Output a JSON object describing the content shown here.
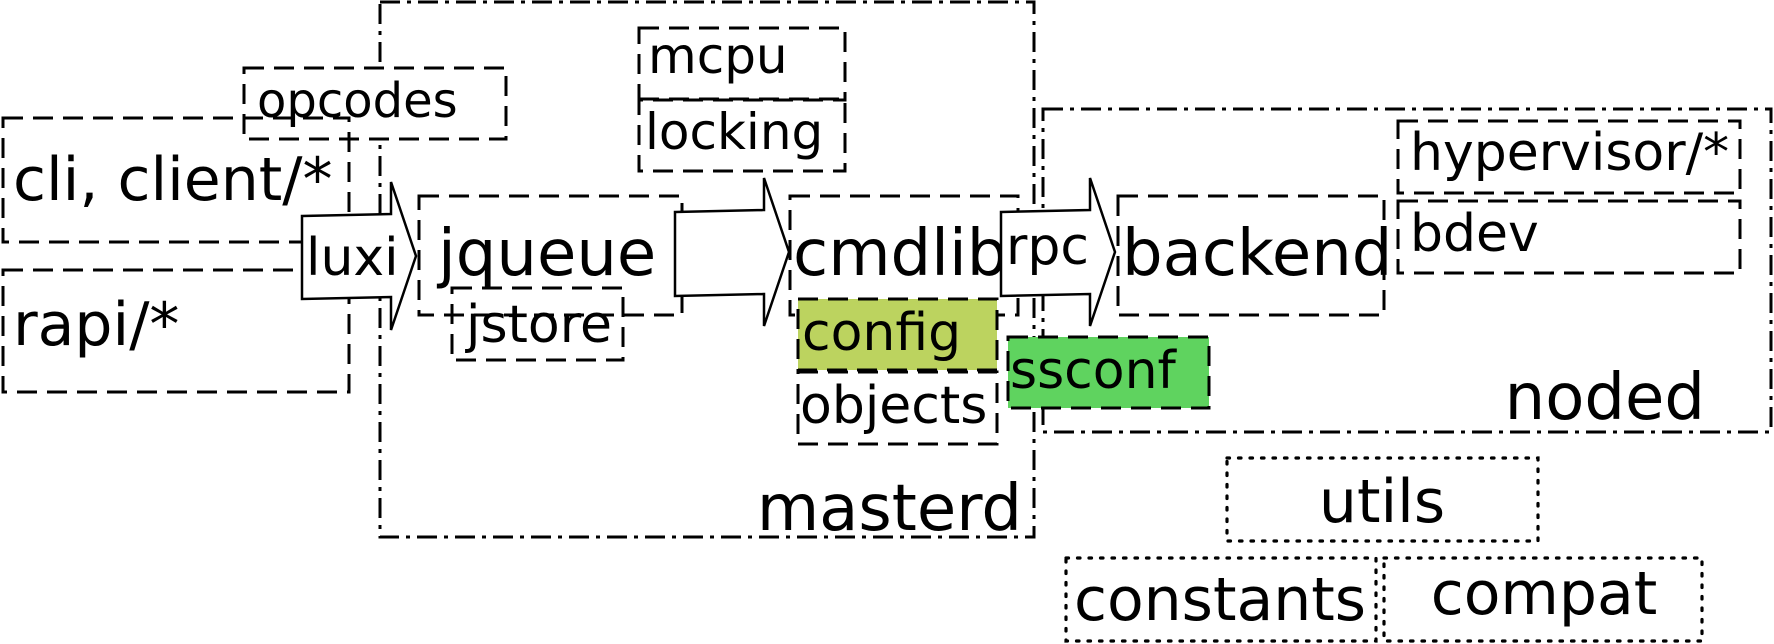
{
  "diagram": {
    "masterd": {
      "label": "masterd"
    },
    "noded": {
      "label": "noded"
    },
    "modules": {
      "opcodes": "opcodes",
      "cli": "cli, client/*",
      "rapi": "rapi/*",
      "luxi": "luxi",
      "jqueue": "jqueue",
      "jstore": "jstore",
      "mcpu": "mcpu",
      "locking": "locking",
      "cmdlib": "cmdlib",
      "config": "config",
      "objects": "objects",
      "rpc": "rpc",
      "backend": "backend",
      "ssconf": "ssconf",
      "hypervisor": "hypervisor/*",
      "bdev": "bdev",
      "utils": "utils",
      "constants": "constants",
      "compat": "compat"
    },
    "colors": {
      "config_fill": "#bcd35f",
      "ssconf_fill": "#5fd35f",
      "stroke": "#000000",
      "background": "#ffffff"
    }
  }
}
